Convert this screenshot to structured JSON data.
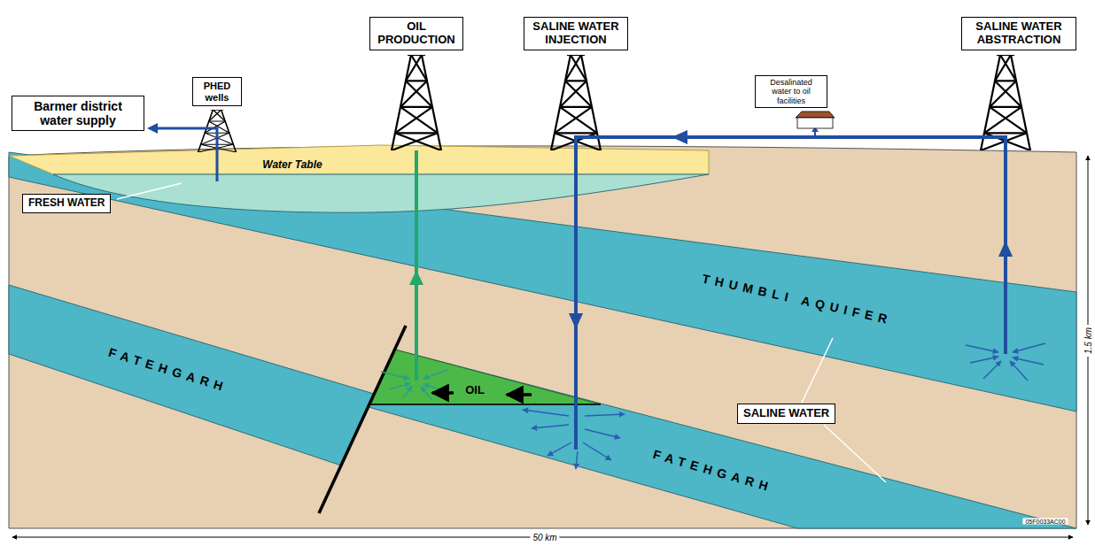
{
  "diagram": {
    "nodes": [
      {
        "text": [
          "PHED wells"
        ]
      },
      {
        "text": [
          "Barmer district water supply"
        ]
      },
      {
        "text": [
          "OIL PRODUCTION"
        ]
      },
      {
        "text": [
          "SALINE WATER INJECTION"
        ]
      },
      {
        "text": [
          "Desalinated water to oil facilities"
        ]
      },
      {
        "text": [
          "SALINE WATER ABSTRACTION"
        ]
      },
      {
        "text": [
          "FRESH WATER"
        ]
      },
      {
        "text": [
          "SALINE WATER"
        ]
      }
    ],
    "labels": [
      "Water Table",
      "THUMBLI AQUIFER",
      "FATEHGARH",
      "OIL",
      "FATEHGARH",
      "1.5 km",
      "50 km",
      "05F0033AC00"
    ]
  }
}
